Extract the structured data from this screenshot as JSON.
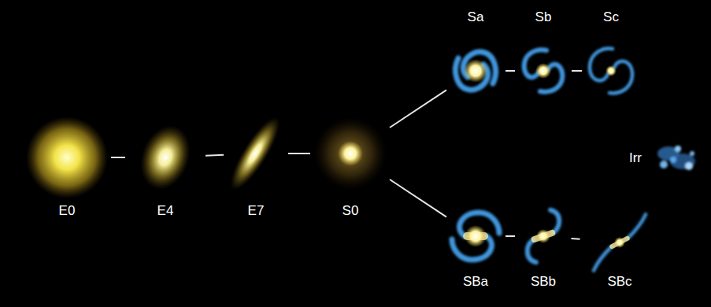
{
  "diagram": {
    "nodes": [
      {
        "text": [
          "E0"
        ]
      },
      {
        "text": [
          "E4"
        ]
      },
      {
        "text": [
          "E7"
        ]
      },
      {
        "text": [
          "S0"
        ]
      },
      {
        "text": [
          "Sa"
        ]
      },
      {
        "text": [
          "Sb"
        ]
      },
      {
        "text": [
          "Sc"
        ]
      },
      {
        "text": [
          "Irr"
        ]
      },
      {
        "text": [
          "SBa"
        ]
      },
      {
        "text": [
          "SBb"
        ]
      },
      {
        "text": [
          "SBc"
        ]
      }
    ],
    "edges": [
      {
        "from": 0,
        "to": 1,
        "arrow": "none"
      },
      {
        "from": 1,
        "to": 2,
        "arrow": "none"
      },
      {
        "from": 2,
        "to": 3,
        "arrow": "none"
      },
      {
        "from": 3,
        "to": 4,
        "arrow": "none"
      },
      {
        "from": 3,
        "to": 8,
        "arrow": "none"
      },
      {
        "from": 4,
        "to": 5,
        "arrow": "none"
      },
      {
        "from": 5,
        "to": 6,
        "arrow": "none"
      },
      {
        "from": 8,
        "to": 9,
        "arrow": "none"
      },
      {
        "from": 9,
        "to": 10,
        "arrow": "none"
      }
    ]
  }
}
